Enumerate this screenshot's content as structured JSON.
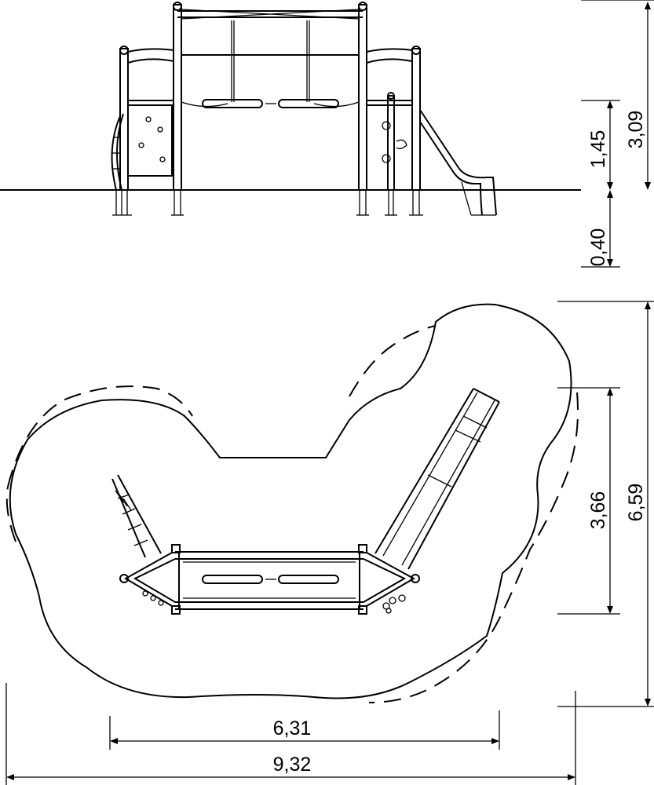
{
  "dimensions": {
    "elevation_total_height": "3,09",
    "platform_height": "1,45",
    "foundation_depth": "0,40",
    "plan_inner_depth": "3,66",
    "plan_outer_depth": "6,59",
    "plan_inner_width": "6,31",
    "plan_outer_width": "9,32"
  }
}
